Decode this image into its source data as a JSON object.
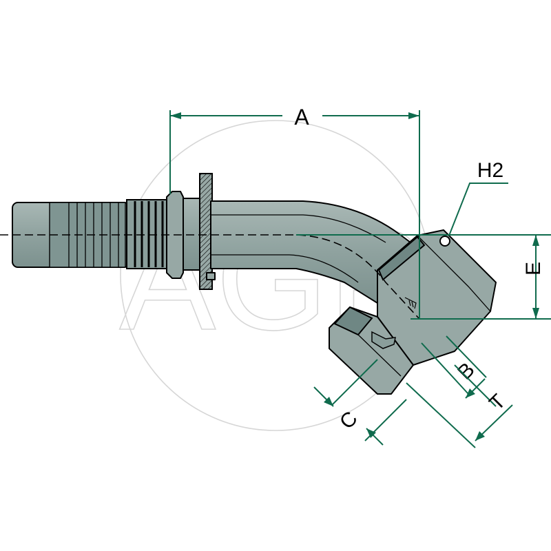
{
  "watermark": {
    "text": "AGP",
    "color": "#d6d6d6"
  },
  "colors": {
    "body": "#97a8a5",
    "body_dark": "#6f8784",
    "dimension": "#0f6b4d",
    "outline": "#000000"
  },
  "part": {
    "type": "45-degree hose fitting with swivel nut",
    "bend_angle_deg": 45
  },
  "dimensions": {
    "A": "A",
    "H2": "H2",
    "E": "E",
    "B": "B",
    "C": "C",
    "T": "T"
  }
}
